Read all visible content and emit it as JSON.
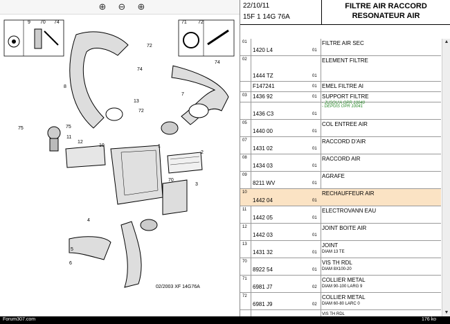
{
  "toolbar": {
    "zoom_in": "⊕",
    "zoom_out": "⊖",
    "zoom_fit": "⊕"
  },
  "diagram": {
    "callouts": [
      "9",
      "70",
      "74",
      "71",
      "72",
      "75",
      "72",
      "74",
      "8",
      "74",
      "7",
      "13",
      "72",
      "75",
      "11",
      "12",
      "10",
      "1",
      "2",
      "70",
      "4",
      "3",
      "5",
      "6"
    ],
    "footer": "02/2003   XF 14G76A"
  },
  "header": {
    "date": "22/10/11",
    "code": "15F 1 14G 76A",
    "title_line1": "FILTRE AIR RACCORD",
    "title_line2": "RESONATEUR AIR"
  },
  "table": {
    "rows": [
      {
        "num": "01",
        "ref": "1420 L4",
        "qty": "01",
        "desc": "FILTRE AIR SEC",
        "sub": ""
      },
      {
        "num": "02",
        "ref": "1444 TZ",
        "qty": "01",
        "desc": "ELEMENT FILTRE",
        "sub": ""
      },
      {
        "num": "",
        "ref": "F147241",
        "qty": "01",
        "desc": "EMEL FILTRE AI",
        "sub": ""
      },
      {
        "num": "03",
        "ref": "1436 92",
        "qty": "01",
        "desc": "SUPPORT FILTRE",
        "sub": "- JUSQU'A OPR 10040"
      },
      {
        "num": "",
        "ref": "1436 C3",
        "qty": "01",
        "desc": "",
        "sub": "- DEPUIS OPR 10041"
      },
      {
        "num": "05",
        "ref": "1440 00",
        "qty": "01",
        "desc": "COL ENTREE AIR",
        "sub": ""
      },
      {
        "num": "07",
        "ref": "1431 02",
        "qty": "01",
        "desc": "RACCORD D'AIR",
        "sub": ""
      },
      {
        "num": "08",
        "ref": "1434 03",
        "qty": "01",
        "desc": "RACCORD AIR",
        "sub": ""
      },
      {
        "num": "09",
        "ref": "8211 WV",
        "qty": "01",
        "desc": "AGRAFE",
        "sub": ""
      },
      {
        "num": "10",
        "ref": "1442 04",
        "qty": "01",
        "desc": "RECHAUFFEUR AIR",
        "sub": ""
      },
      {
        "num": "11",
        "ref": "1442 05",
        "qty": "01",
        "desc": "ELECTROVANN EAU",
        "sub": ""
      },
      {
        "num": "12",
        "ref": "1442 03",
        "qty": "01",
        "desc": "JOINT BOITE AIR",
        "sub": ""
      },
      {
        "num": "13",
        "ref": "1431 32",
        "qty": "01",
        "desc": "JOINT",
        "sub": "DIAM 13 TE"
      },
      {
        "num": "70",
        "ref": "8922 54",
        "qty": "01",
        "desc": "VIS TH RDL",
        "sub": "DIAM 8X100-20"
      },
      {
        "num": "71",
        "ref": "6981 J7",
        "qty": "02",
        "desc": "COLLIER METAL",
        "sub": "DIAM 90-100 LARG 9"
      },
      {
        "num": "72",
        "ref": "6981 J9",
        "qty": "02",
        "desc": "COLLIER METAL",
        "sub": "DIAM 60-80 LARC 0"
      },
      {
        "num": "",
        "ref": "",
        "qty": "",
        "desc": "",
        "sub": "VIS TH RDL"
      }
    ]
  },
  "status": {
    "left": "Forum307.com",
    "right": "176 ko"
  },
  "colors": {
    "selected_row": "#fbe3c4",
    "green_note": "#2a8a2a"
  }
}
